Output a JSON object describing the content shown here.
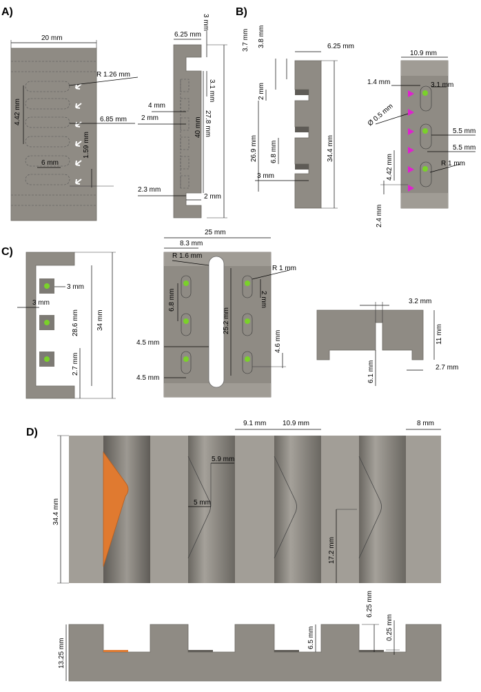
{
  "panels": {
    "a": "A)",
    "b": "B)",
    "c": "C)",
    "d": "D)"
  },
  "dims_a": {
    "width": "20 mm",
    "radius": "R 1.26 mm",
    "pitch": "4.42 mm",
    "depth_685": "6.85 mm",
    "slot_len": "6 mm",
    "margin": "1.59 mm",
    "side_width": "6.25 mm",
    "top_3": "3 mm",
    "top_31": "3.1 mm",
    "w_4": "4 mm",
    "w_2": "2 mm",
    "h_278": "27.8 mm",
    "h_40": "40 mm",
    "b_23": "2.3 mm",
    "b_2": "2 mm"
  },
  "dims_b": {
    "h_37": "3.7 mm",
    "h_38": "3.8 mm",
    "w_625": "6.25 mm",
    "h_2": "2 mm",
    "h_269": "26.9 mm",
    "h_68": "6.8 mm",
    "h_344": "34.4 mm",
    "w_3": "3 mm",
    "w_109": "10.9 mm",
    "w_14": "1.4 mm",
    "w_31": "3.1 mm",
    "dia_05": "Ø 0.5 mm",
    "w_55a": "5.5 mm",
    "w_55b": "5.5 mm",
    "h_442": "4.42 mm",
    "r_1": "R 1 mm",
    "h_24": "2.4 mm"
  },
  "dims_c": {
    "w_3a": "3 mm",
    "w_3b": "3 mm",
    "h_286": "28.6 mm",
    "h_34": "34 mm",
    "h_27": "2.7 mm",
    "w_25": "25 mm",
    "w_83": "8.3 mm",
    "r_16": "R 1.6 mm",
    "r_1": "R 1 mm",
    "h_68": "6.8 mm",
    "h_2": "2 mm",
    "h_252": "25.2 mm",
    "w_45a": "4.5 mm",
    "w_45b": "4.5 mm",
    "h_46": "4.6 mm",
    "w_32": "3.2 mm",
    "h_11": "11 mm",
    "h_61": "6.1 mm",
    "w_27": "2.7 mm"
  },
  "dims_d": {
    "w_91": "9.1 mm",
    "w_109": "10.9 mm",
    "w_8": "8 mm",
    "h_344": "34.4 mm",
    "w_59": "5.9 mm",
    "w_5": "5 mm",
    "h_172": "17.2 mm",
    "h_1325": "13.25 mm",
    "h_65": "6.5 mm",
    "h_625": "6.25 mm",
    "h_025": "0.25 mm"
  },
  "colors": {
    "plate": "#8f8b84",
    "arrow_pink": "#e020d0",
    "marker_green": "#7ad12a",
    "insert_orange": "#e07a30"
  }
}
